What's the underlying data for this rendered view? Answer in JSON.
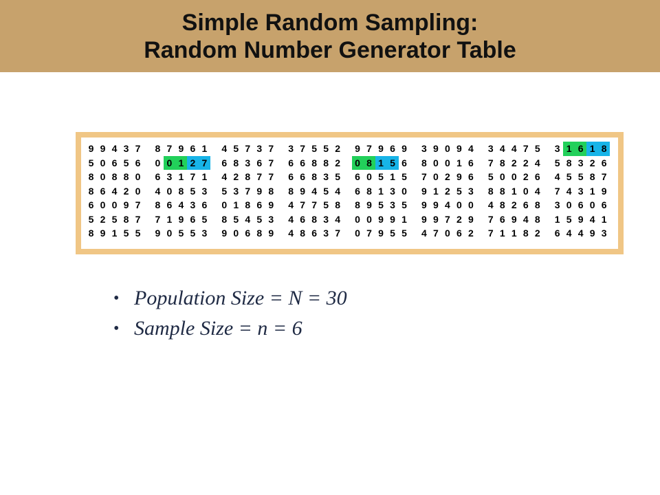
{
  "title": {
    "line1": "Simple Random Sampling:",
    "line2": "Random Number Generator Table"
  },
  "colors": {
    "title_bar": "#c7a26c",
    "table_frame": "#f0c685",
    "highlight_green": "#22d05a",
    "highlight_blue": "#17b4e8",
    "bullet_text": "#1f2a44"
  },
  "table": {
    "rows": [
      [
        "99437",
        "87961",
        "45737",
        "37552",
        "97969",
        "39094",
        "34475",
        "31618"
      ],
      [
        "50656",
        "00127",
        "68367",
        "66882",
        "08156",
        "80016",
        "78224",
        "58326"
      ],
      [
        "80880",
        "63171",
        "42877",
        "66835",
        "60515",
        "70296",
        "50026",
        "45587"
      ],
      [
        "86420",
        "40853",
        "53798",
        "89454",
        "68130",
        "91253",
        "88104",
        "74319"
      ],
      [
        "60097",
        "86436",
        "01869",
        "47758",
        "89535",
        "99400",
        "48268",
        "30606"
      ],
      [
        "52587",
        "71965",
        "85453",
        "46834",
        "00991",
        "99729",
        "76948",
        "15941"
      ],
      [
        "89155",
        "90553",
        "90689",
        "48637",
        "07955",
        "47062",
        "71182",
        "64493"
      ]
    ],
    "highlights": [
      {
        "row": 0,
        "group": 7,
        "digits": [
          1,
          2
        ],
        "color": "green"
      },
      {
        "row": 0,
        "group": 7,
        "digits": [
          3,
          4
        ],
        "color": "blue"
      },
      {
        "row": 1,
        "group": 1,
        "digits": [
          1,
          2
        ],
        "color": "green"
      },
      {
        "row": 1,
        "group": 1,
        "digits": [
          3,
          4
        ],
        "color": "blue"
      },
      {
        "row": 1,
        "group": 4,
        "digits": [
          0,
          1
        ],
        "color": "green"
      },
      {
        "row": 1,
        "group": 4,
        "digits": [
          2,
          3
        ],
        "color": "blue"
      }
    ]
  },
  "bullets": [
    {
      "text": "Population Size = N = 30"
    },
    {
      "text": "Sample Size = n = 6"
    }
  ]
}
